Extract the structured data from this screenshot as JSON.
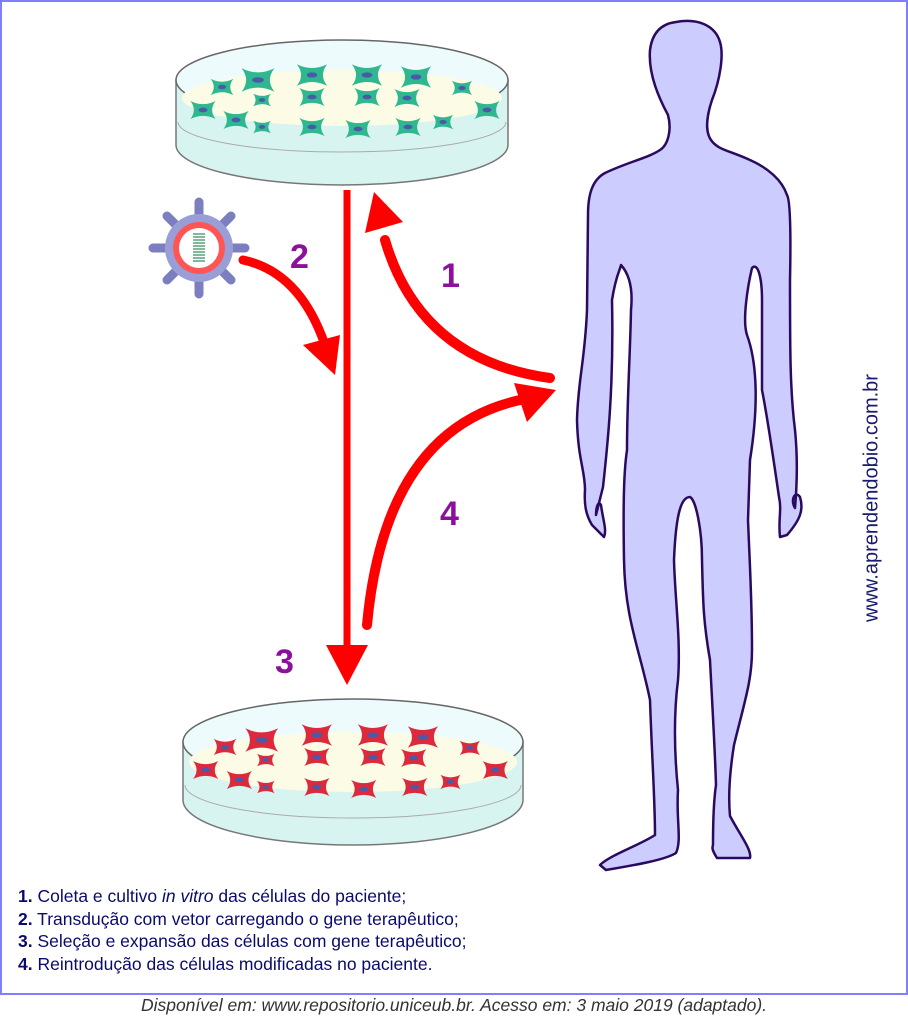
{
  "diagram": {
    "title": "Terapia gênica ex vivo",
    "step_labels": [
      "1",
      "2",
      "3",
      "4"
    ],
    "watermark": "www.aprendendobio.com.br",
    "colors": {
      "arrow": "#ff0000",
      "step_label": "#8b109b",
      "body_fill": "#ccccff",
      "body_outline": "#2a0a5e",
      "cell_original": "#2fb88f",
      "cell_modified": "#dc2a3c",
      "nucleus": "#4a5aa8",
      "dish_medium": "#fbfbe6",
      "dish_glass": "#d8f4f0",
      "frame": "#7f7fff"
    },
    "elements": {
      "top_dish": "Placa de cultura com células do paciente",
      "bottom_dish": "Placa de cultura com células modificadas",
      "vector": "Vetor viral com gene terapêutico",
      "patient": "Paciente"
    }
  },
  "legend": {
    "items": [
      {
        "num": "1.",
        "parts": [
          {
            "text": "Coleta e cultivo ",
            "italic": false
          },
          {
            "text": "in vitro",
            "italic": true
          },
          {
            "text": " das células do paciente;",
            "italic": false
          }
        ]
      },
      {
        "num": "2.",
        "parts": [
          {
            "text": "Transdução com vetor carregando o gene terapêutico;",
            "italic": false
          }
        ]
      },
      {
        "num": "3.",
        "parts": [
          {
            "text": "Seleção e expansão das células com gene terapêutico;",
            "italic": false
          }
        ]
      },
      {
        "num": "4.",
        "parts": [
          {
            "text": "Reintrodução das células modificadas no paciente.",
            "italic": false
          }
        ]
      }
    ]
  },
  "source": "Disponível em: www.repositorio.uniceub.br. Acesso em: 3 maio 2019 (adaptado)."
}
